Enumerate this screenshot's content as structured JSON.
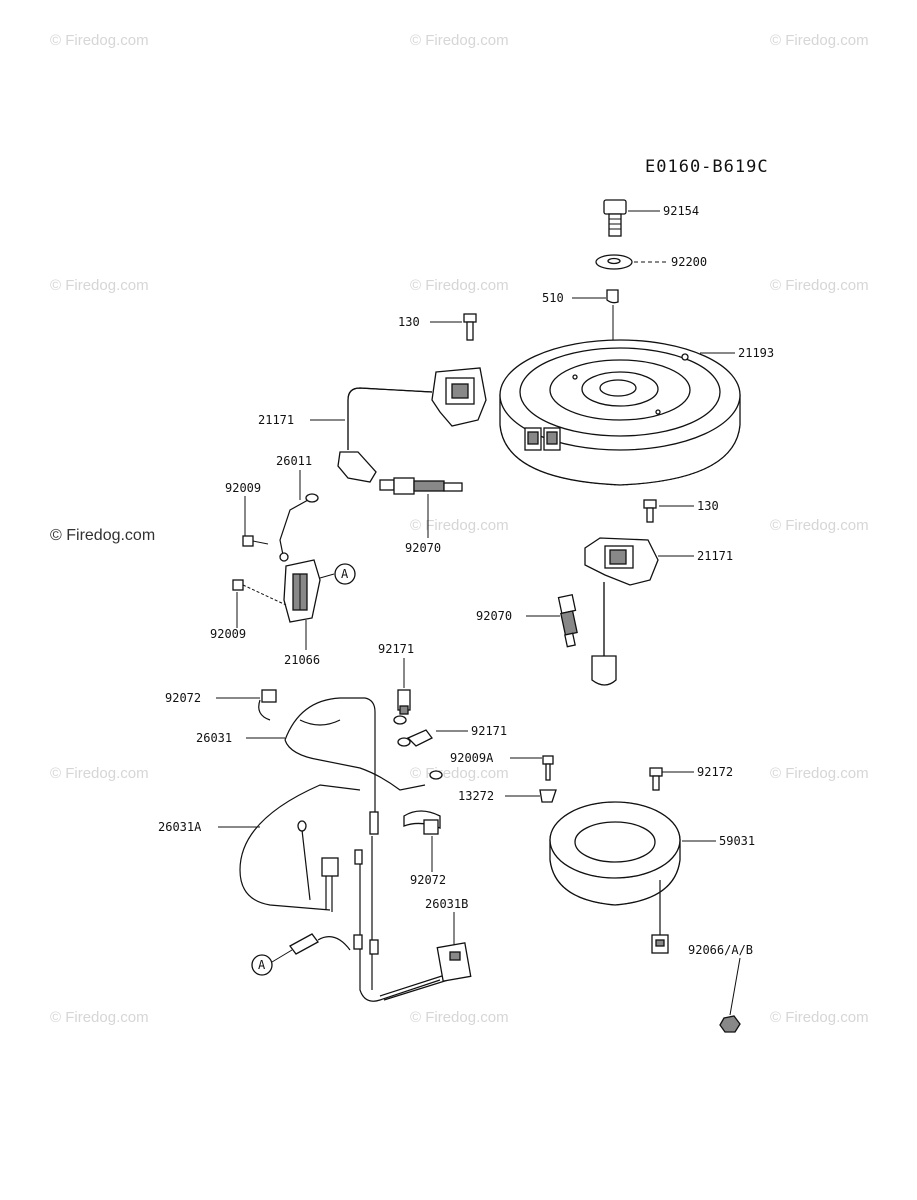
{
  "diagram_code": "E0160-B619C",
  "watermarks": [
    "© Firedog.com",
    "© Firedog.com",
    "© Firedog.com",
    "© Firedog.com",
    "© Firedog.com",
    "© Firedog.com",
    "© Firedog.com",
    "© Firedog.com",
    "© Firedog.com",
    "© Firedog.com",
    "© Firedog.com",
    "© Firedog.com",
    "© Firedog.com",
    "© Firedog.com",
    "© Firedog.com"
  ],
  "part_labels": {
    "p92154": "92154",
    "p92200": "92200",
    "p510": "510",
    "p130_top": "130",
    "p21193": "21193",
    "p21171_left": "21171",
    "p26011": "26011",
    "p92009_top": "92009",
    "p92070_left": "92070",
    "p130_right": "130",
    "p21171_right": "21171",
    "p92070_right": "92070",
    "callout_a_top": "A",
    "p92009_bottom": "92009",
    "p21066": "21066",
    "p92171_top": "92171",
    "p92072_top": "92072",
    "p92171_right": "92171",
    "p26031": "26031",
    "p92009A": "92009A",
    "p92172": "92172",
    "p13272": "13272",
    "p26031A": "26031A",
    "p59031": "59031",
    "p92072_bottom": "92072",
    "p26031B": "26031B",
    "p92066": "92066/A/B",
    "callout_a_bottom": "A"
  }
}
